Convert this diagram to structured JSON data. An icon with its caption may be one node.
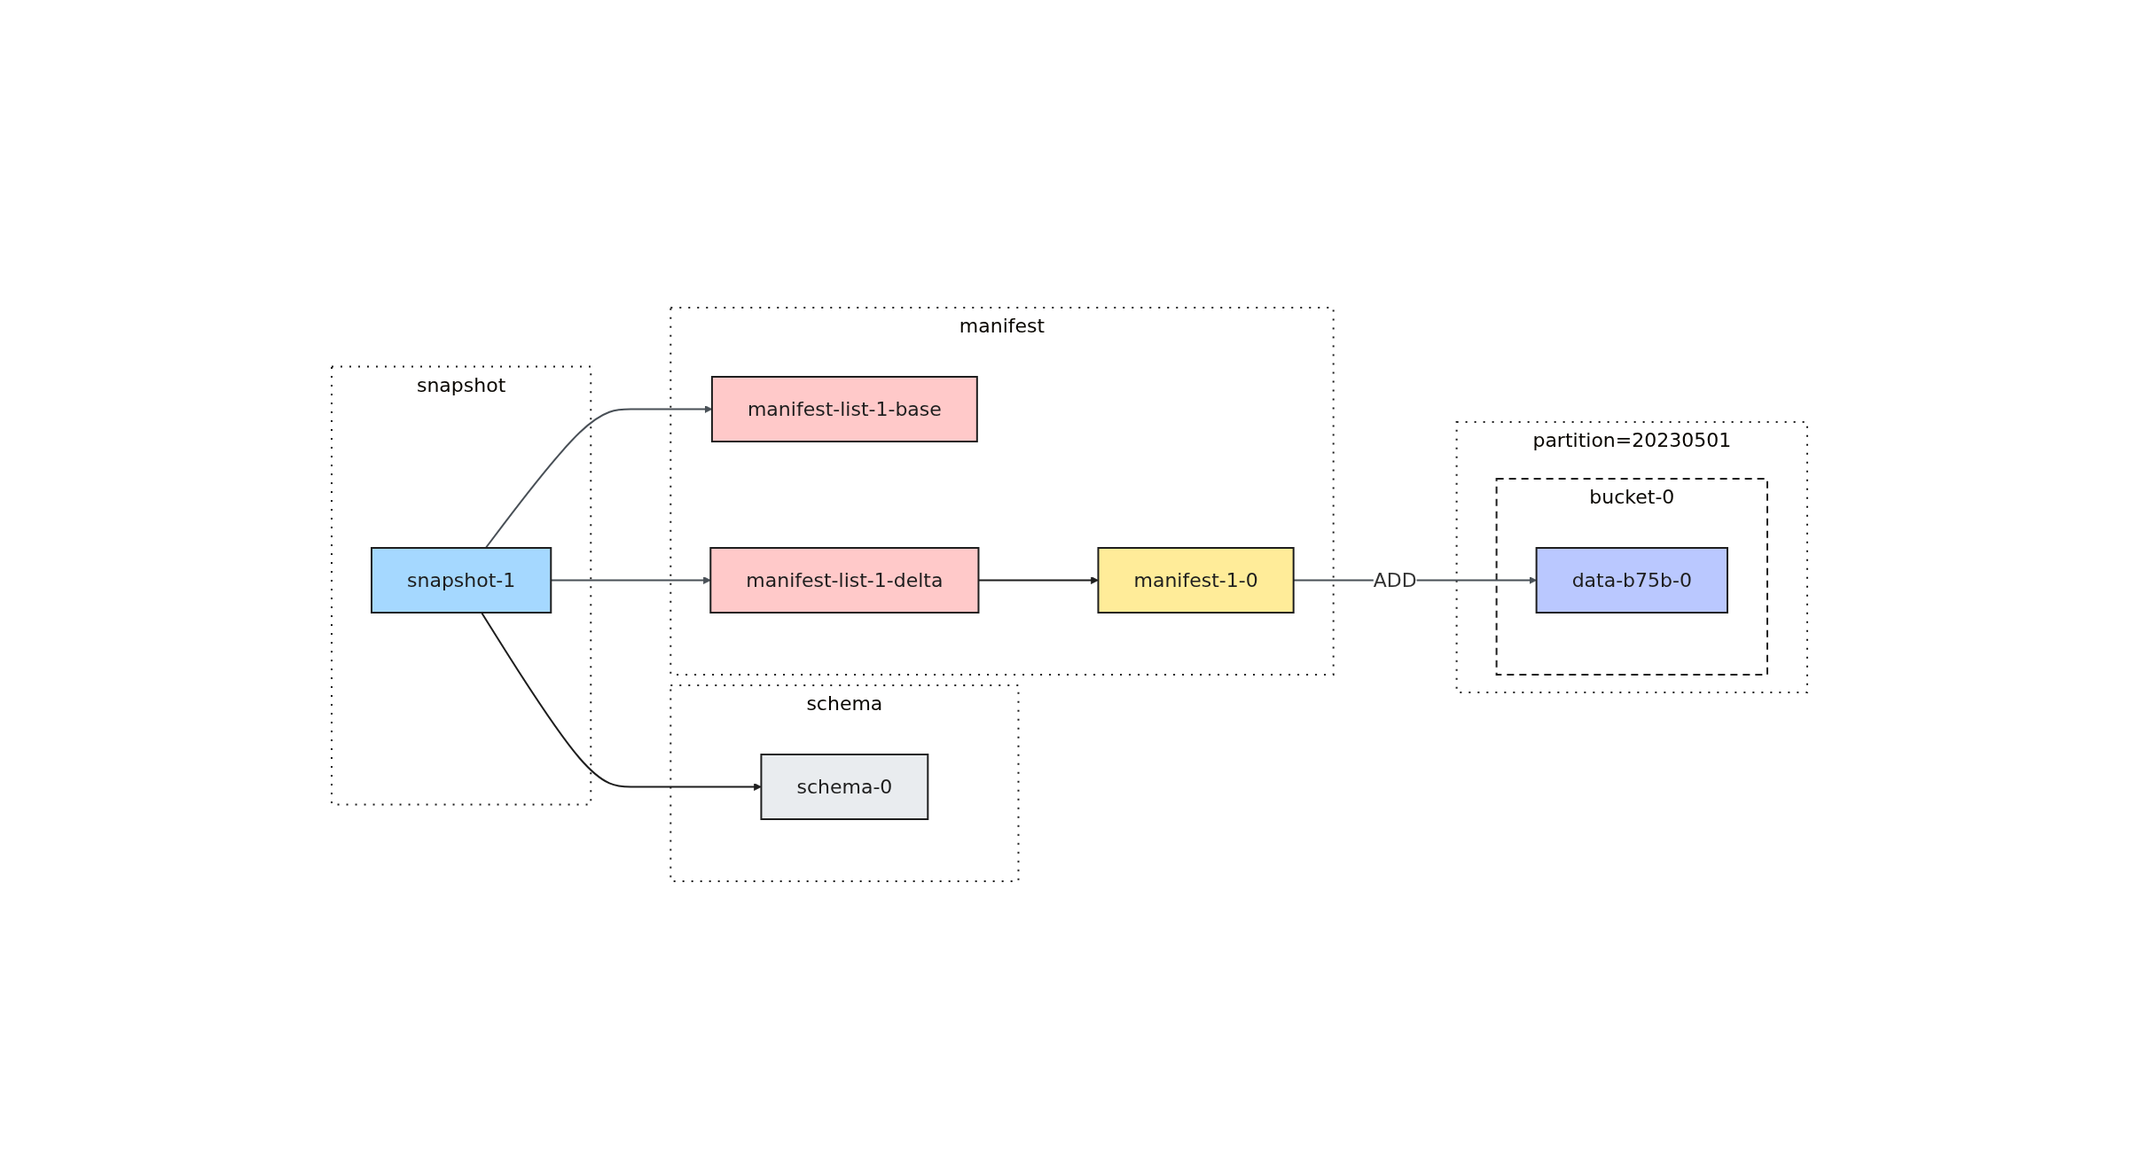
{
  "diagram": {
    "nodes": [
      {
        "text": [
          "snapshot"
        ]
      },
      {
        "text": [
          "snapshot-1"
        ],
        "in": 0
      },
      {
        "text": [
          "schema"
        ]
      },
      {
        "text": [
          "schema-0"
        ],
        "in": 2
      },
      {
        "text": [
          "manifest"
        ]
      },
      {
        "text": [
          "manifest-list-1-base"
        ],
        "in": 4
      },
      {
        "text": [
          "manifest-list-1-delta"
        ],
        "in": 4
      },
      {
        "text": [
          "manifest-1-0"
        ],
        "in": 4
      },
      {
        "text": [
          "partition=20230501"
        ]
      },
      {
        "text": [
          "bucket-0"
        ],
        "in": 8
      },
      {
        "text": [
          "data-b75b-0"
        ],
        "in": 9
      }
    ],
    "edges": [
      {
        "from": 1,
        "to": 5,
        "arrow": "to"
      },
      {
        "from": 1,
        "to": 6,
        "arrow": "to"
      },
      {
        "from": 1,
        "to": 3,
        "arrow": "to",
        "color": "#1e1e1e"
      },
      {
        "from": 6,
        "to": 7,
        "arrow": "to",
        "color": "#1e1e1e"
      },
      {
        "from": 7,
        "to": 10,
        "arrow": "to",
        "label": "ADD"
      }
    ]
  }
}
